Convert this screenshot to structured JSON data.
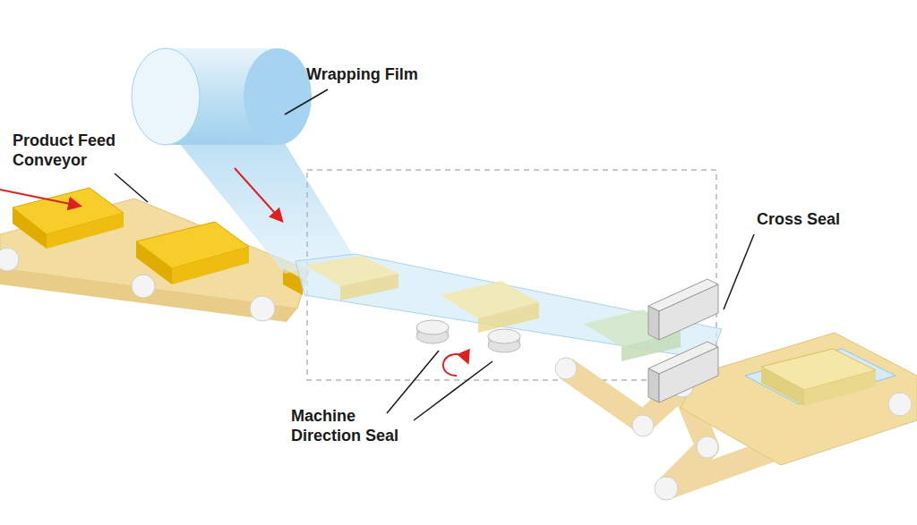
{
  "diagram": {
    "labels": [
      "Wrapping Film",
      "Product Feed Conveyor",
      "Cross Seal",
      "Machine Direction Seal"
    ]
  }
}
